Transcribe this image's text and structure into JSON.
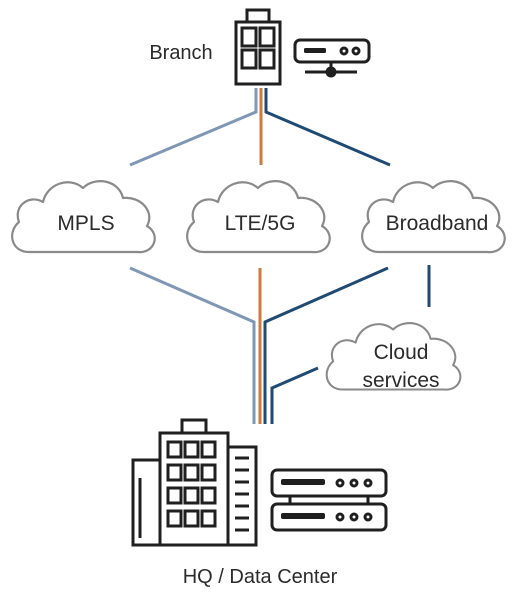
{
  "branch": {
    "label": "Branch",
    "icons": [
      "office-building-icon",
      "router-icon"
    ]
  },
  "links": [
    {
      "name": "MPLS",
      "color": "#7f97b5"
    },
    {
      "name": "LTE/5G",
      "color": "#cd7a3c"
    },
    {
      "name": "Broadband",
      "color": "#1f4a73"
    }
  ],
  "cloud_services": {
    "line1": "Cloud",
    "line2": "services"
  },
  "hq": {
    "label": "HQ / Data Center",
    "icons": [
      "office-tower-icon",
      "server-rack-icon"
    ]
  },
  "colors": {
    "outline": "#1f1f1f",
    "cloud_stroke": "#8a8a8a",
    "text": "#2b2b2b"
  }
}
